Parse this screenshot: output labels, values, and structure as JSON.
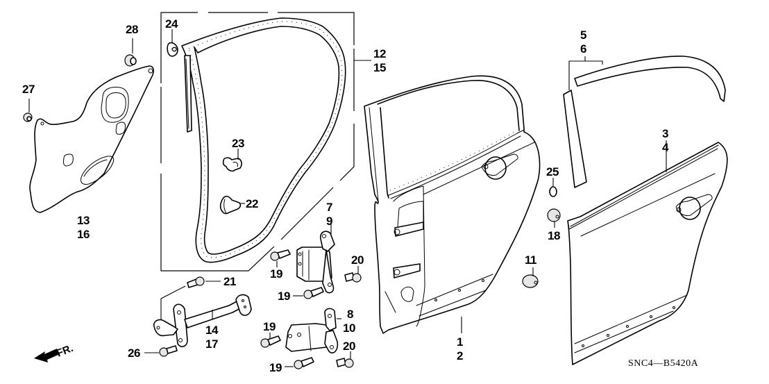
{
  "diagram": {
    "title_code": "SNC4—B5420A",
    "direction_indicator": "FR.",
    "callouts": {
      "c1": "1",
      "c2": "2",
      "c3": "3",
      "c4": "4",
      "c5": "5",
      "c6": "6",
      "c7": "7",
      "c8": "8",
      "c9": "9",
      "c10": "10",
      "c11": "11",
      "c12": "12",
      "c13": "13",
      "c14": "14",
      "c15": "15",
      "c16": "16",
      "c17": "17",
      "c18": "18",
      "c19a": "19",
      "c19b": "19",
      "c19c": "19",
      "c19d": "19",
      "c20a": "20",
      "c20b": "20",
      "c21": "21",
      "c22": "22",
      "c23": "23",
      "c24": "24",
      "c25": "25",
      "c26": "26",
      "c27": "27",
      "c28": "28"
    },
    "parts": [
      {
        "id": "door-panel",
        "refs": [
          "1",
          "2"
        ]
      },
      {
        "id": "door-skin",
        "refs": [
          "3",
          "4"
        ]
      },
      {
        "id": "sash-garnish",
        "refs": [
          "5",
          "6"
        ]
      },
      {
        "id": "upper-hinge",
        "refs": [
          "7",
          "9"
        ]
      },
      {
        "id": "lower-hinge",
        "refs": [
          "8",
          "10"
        ]
      },
      {
        "id": "stopper-cushion",
        "refs": [
          "11"
        ]
      },
      {
        "id": "weatherstrip",
        "refs": [
          "12",
          "15"
        ]
      },
      {
        "id": "hole-seal",
        "refs": [
          "13",
          "16"
        ]
      },
      {
        "id": "door-checker",
        "refs": [
          "14",
          "17"
        ]
      },
      {
        "id": "cushion-rubber",
        "refs": [
          "18"
        ]
      },
      {
        "id": "bolt-19",
        "refs": [
          "19"
        ]
      },
      {
        "id": "bolt-20",
        "refs": [
          "20"
        ]
      },
      {
        "id": "bolt-21",
        "refs": [
          "21"
        ]
      },
      {
        "id": "clip-22",
        "refs": [
          "22"
        ]
      },
      {
        "id": "clip-23",
        "refs": [
          "23"
        ]
      },
      {
        "id": "clip-24",
        "refs": [
          "24"
        ]
      },
      {
        "id": "ring-25",
        "refs": [
          "25"
        ]
      },
      {
        "id": "bolt-26",
        "refs": [
          "26"
        ]
      },
      {
        "id": "nut-27",
        "refs": [
          "27"
        ]
      },
      {
        "id": "nut-28",
        "refs": [
          "28"
        ]
      }
    ]
  }
}
